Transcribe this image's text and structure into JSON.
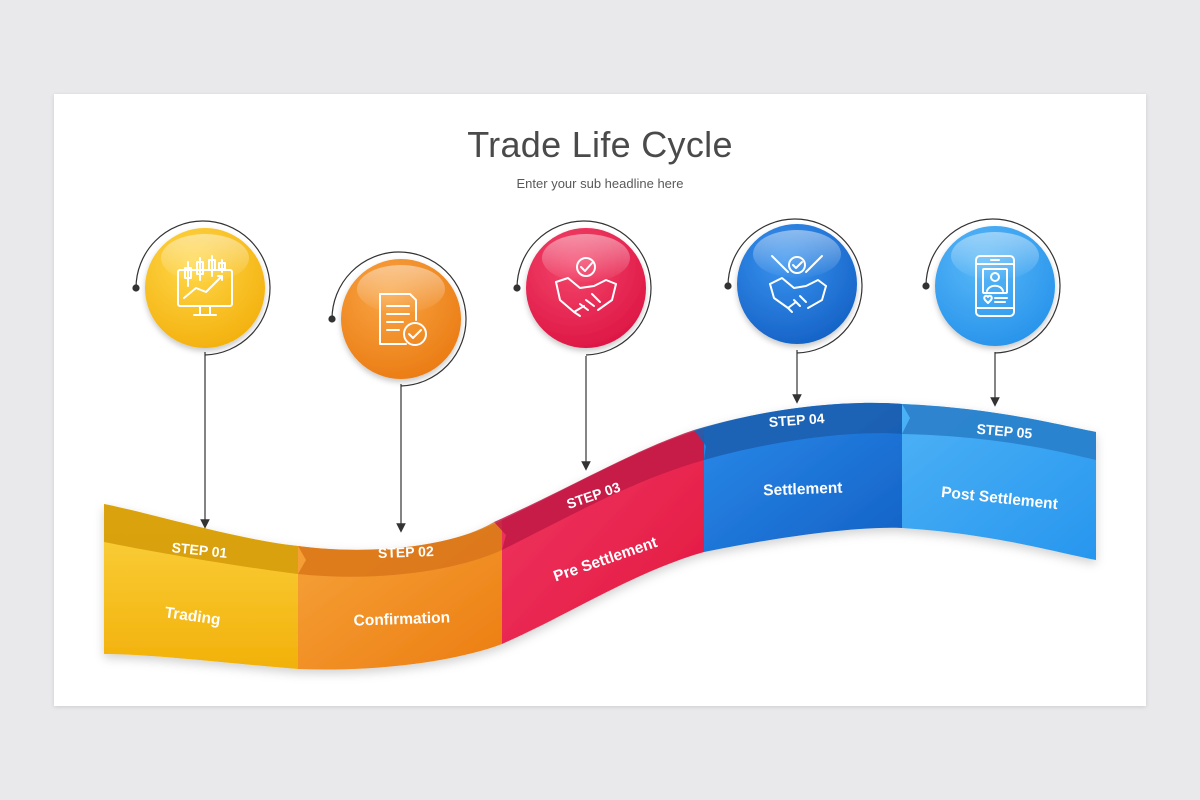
{
  "slide": {
    "title": "Trade Life Cycle",
    "subtitle": "Enter your sub headline here"
  },
  "steps": [
    {
      "step": "STEP 01",
      "label": "Trading",
      "icon": "stock-chart-monitor-icon",
      "color": "#f5b90f"
    },
    {
      "step": "STEP 02",
      "label": "Confirmation",
      "icon": "document-check-icon",
      "color": "#f08a1e"
    },
    {
      "step": "STEP 03",
      "label": "Pre Settlement",
      "icon": "handshake-check-icon",
      "color": "#e8204e"
    },
    {
      "step": "STEP 04",
      "label": "Settlement",
      "icon": "handshake-approved-icon",
      "color": "#1e78d8"
    },
    {
      "step": "STEP 05",
      "label": "Post Settlement",
      "icon": "mobile-profile-icon",
      "color": "#2d9ff0"
    }
  ]
}
